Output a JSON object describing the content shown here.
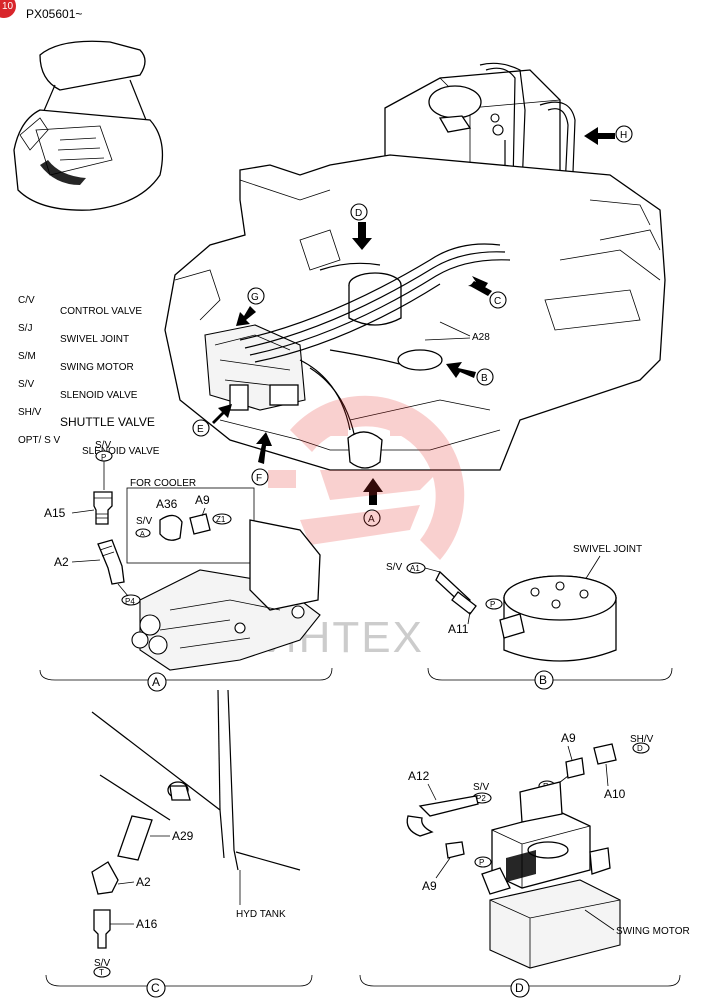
{
  "header": {
    "model_range": "PX05601~",
    "page_badge": "10"
  },
  "legend": [
    {
      "abbr": "C/V",
      "label": "CONTROL VALVE"
    },
    {
      "abbr": "S/J",
      "label": "SWIVEL JOINT"
    },
    {
      "abbr": "S/M",
      "label": "SWING MOTOR"
    },
    {
      "abbr": "S/V",
      "label": "SLENOID VALVE"
    },
    {
      "abbr": "SH/V",
      "label": "SHUTTLE VALVE"
    },
    {
      "abbr": "OPT/ S V",
      "label": "SLENOID VALVE"
    }
  ],
  "callouts": {
    "A": "A",
    "B": "B",
    "C": "C",
    "D": "D",
    "E": "E",
    "F": "F",
    "G": "G",
    "H": "H",
    "A28": "A28"
  },
  "detail_A": {
    "title": "A",
    "for_cooler": "FOR COOLER",
    "sv_top": "S/V",
    "port_P": "P",
    "A15": "A15",
    "A2": "A2",
    "port_P4": "P4",
    "A36": "A36",
    "A9": "A9",
    "sv_a": "S/V",
    "port_A": "A",
    "port_Z1": "Z1"
  },
  "detail_B": {
    "title": "B",
    "swivel_joint": "SWIVEL JOINT",
    "sv": "S/V",
    "port_A1": "A1",
    "port_P": "P",
    "A11": "A11"
  },
  "detail_C": {
    "title": "C",
    "A29": "A29",
    "A2": "A2",
    "A16": "A16",
    "sv": "S/V",
    "port_T": "T",
    "hyd_tank": "HYD TANK"
  },
  "detail_D": {
    "title": "D",
    "A9_top": "A9",
    "shv": "SH/V",
    "port_D": "D",
    "port_R": "R",
    "A10": "A10",
    "A12": "A12",
    "sv": "S/V",
    "port_P2": "P2",
    "port_P": "P",
    "A9_bottom": "A9",
    "swing_motor": "SWING MOTOR"
  },
  "watermark": {
    "text": "ИНТЕХ",
    "color": "#e8302a"
  }
}
